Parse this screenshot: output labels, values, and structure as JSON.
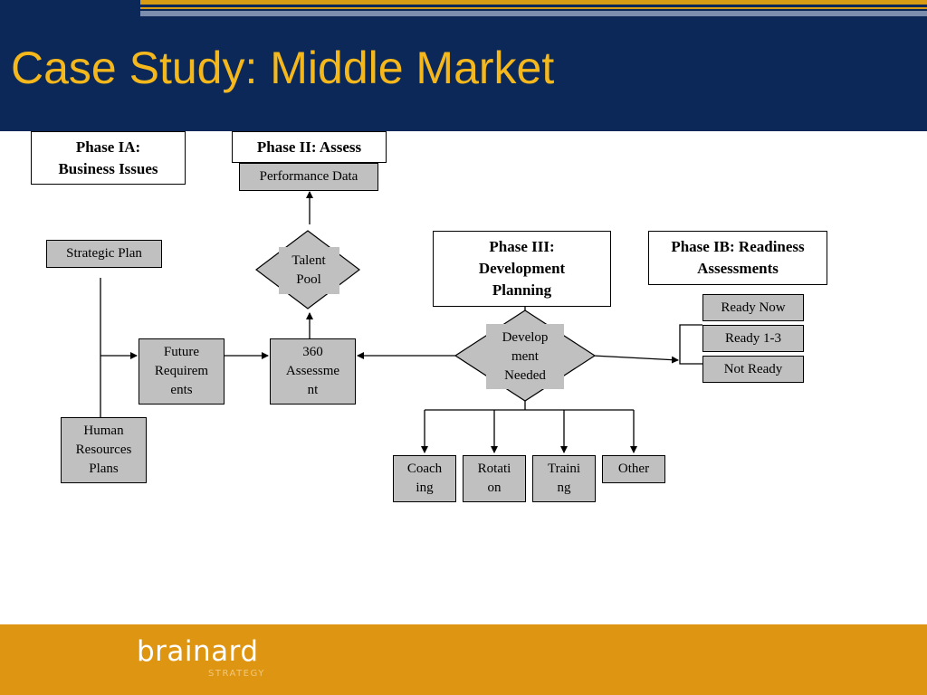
{
  "slide": {
    "title": "Case Study: Middle Market",
    "logo_text": "brainard",
    "logo_subtext": "STRATEGY"
  },
  "colors": {
    "header_bg": "#0b2858",
    "title_text": "#f5b81c",
    "stripe": "#d99a14",
    "footer_bg": "#de9512",
    "box_fill": "#c0c0c0"
  },
  "diagram": {
    "phases": {
      "phase_1a": "Phase IA:\nBusiness Issues",
      "phase_2": "Phase II: Assess",
      "phase_3": "Phase III:\nDevelopment\nPlanning",
      "phase_1b": "Phase IB: Readiness\nAssessments"
    },
    "boxes": {
      "performance_data": "Performance Data",
      "strategic_plan": "Strategic Plan",
      "future_requirements": "Future\nRequirem\nents",
      "assessment_360": "360\nAssessme\nnt",
      "hr_plans": "Human\nResources\nPlans",
      "ready_now": "Ready Now",
      "ready_1_3": "Ready 1-3",
      "not_ready": "Not Ready",
      "coaching": "Coach\ning",
      "rotation": "Rotati\non",
      "training": "Traini\nng",
      "other": "Other"
    },
    "decisions": {
      "talent_pool": "Talent\nPool",
      "development_needed": "Develop\nment\nNeeded"
    }
  }
}
